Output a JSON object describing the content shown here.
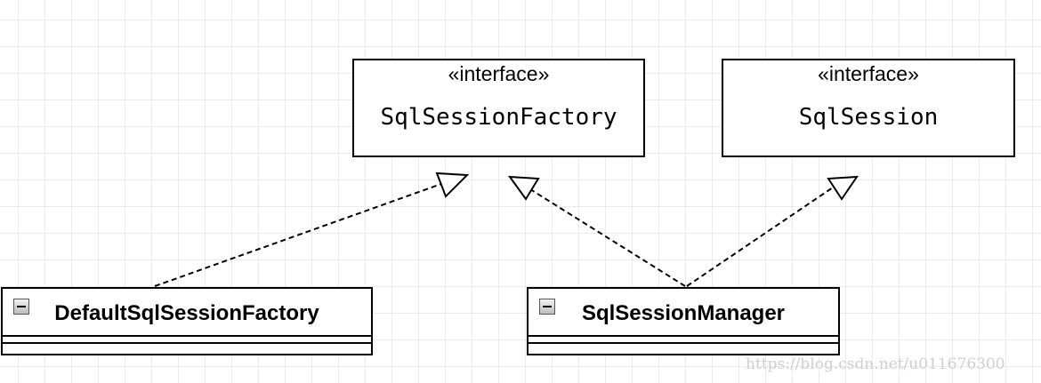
{
  "interfaces": {
    "factory": {
      "stereotype": "«interface»",
      "name": "SqlSessionFactory"
    },
    "session": {
      "stereotype": "«interface»",
      "name": "SqlSession"
    }
  },
  "classes": {
    "default_factory": {
      "name": "DefaultSqlSessionFactory"
    },
    "manager": {
      "name": "SqlSessionManager"
    }
  },
  "relations": [
    {
      "from": "DefaultSqlSessionFactory",
      "to": "SqlSessionFactory",
      "type": "realization"
    },
    {
      "from": "SqlSessionManager",
      "to": "SqlSessionFactory",
      "type": "realization"
    },
    {
      "from": "SqlSessionManager",
      "to": "SqlSession",
      "type": "realization"
    }
  ],
  "watermark": "https://blog.csdn.net/u011676300"
}
